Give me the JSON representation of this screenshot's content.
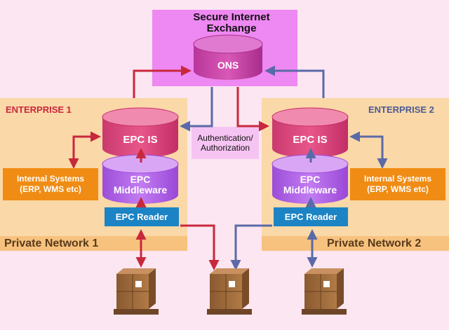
{
  "sie_title": "Secure Internet\nExchange",
  "ons_label": "ONS",
  "auth_label": "Authentication/\nAuthorization",
  "enterprise1": {
    "label": "ENTERPRISE 1",
    "label_color": "#c8283c",
    "epc_is": "EPC IS",
    "middleware": "EPC\nMiddleware",
    "internal_systems": "Internal Systems\n(ERP, WMS etc)",
    "reader": "EPC Reader",
    "network_label": "Private Network 1"
  },
  "enterprise2": {
    "label": "ENTERPRISE 2",
    "label_color": "#4a5a96",
    "epc_is": "EPC IS",
    "middleware": "EPC\nMiddleware",
    "internal_systems": "Internal Systems\n(ERP, WMS etc)",
    "reader": "EPC Reader",
    "network_label": "Private Network 2"
  },
  "colors": {
    "background": "#fbe6f1",
    "secure_exchange": "#ee88f2",
    "enterprise_area": "#fbd8a8",
    "network_strip": "#f6c27e",
    "arrow_red": "#c8283c",
    "arrow_blue": "#5a6aa8",
    "epc_is": "#e0457e",
    "middleware": "#b364e8",
    "internal_systems": "#f08c14",
    "reader": "#1c84c4"
  },
  "icons": [
    "database-cylinder",
    "cardboard-box"
  ]
}
